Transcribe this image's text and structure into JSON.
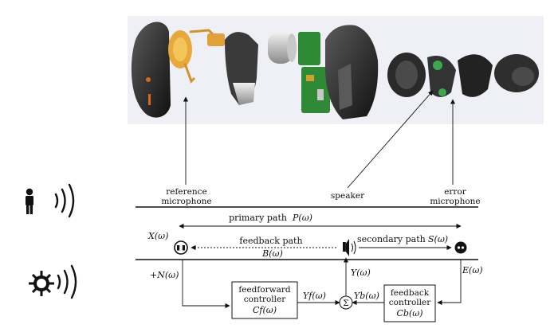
{
  "labels": {
    "reference_microphone": [
      "reference",
      "microphone"
    ],
    "speaker": "speaker",
    "error_microphone": [
      "error",
      "microphone"
    ],
    "primary_path": "primary path",
    "primary_path_math": "P(ω)",
    "feedback_path": "feedback  path",
    "feedback_path_math": "B(ω)",
    "secondary_path": "secondary path",
    "secondary_path_math": "S(ω)",
    "x_signal": "X(ω)",
    "e_signal": "E(ω)",
    "noise_signal": "+N(ω)",
    "y_signal": "Y(ω)",
    "yf_signal": "Yf(ω)",
    "yb_signal": "Yb(ω)",
    "sum_symbol": "Σ",
    "ff_controller": [
      "feedforward",
      "controller",
      "Cf(ω)"
    ],
    "fb_controller": [
      "feedback",
      "controller",
      "Cb(ω)"
    ]
  },
  "colors": {
    "line": "#111111",
    "photo_bg": "#eef0f5"
  },
  "icons": [
    "person-icon",
    "sound-waves-icon",
    "noise-gear-icon",
    "speaker-icon",
    "reference-mic-icon",
    "error-mic-icon"
  ]
}
